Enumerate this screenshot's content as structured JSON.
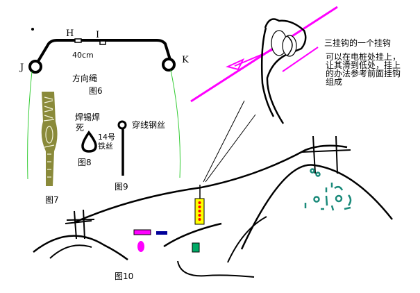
{
  "fig6": {
    "label_h": "H",
    "label_i": "I",
    "label_j": "J",
    "label_k": "K",
    "length": "40cm",
    "rope": "方向绳",
    "caption": "图6"
  },
  "fig7": {
    "caption": "图7"
  },
  "fig8": {
    "solder_line1": "焊锡焊",
    "solder_line2": "死",
    "wire_line1": "14号",
    "wire_line2": "铁丝",
    "caption": "图8"
  },
  "fig9": {
    "label": "穿线钢丝",
    "caption": "图9"
  },
  "fig10": {
    "caption": "图10",
    "note_title": "三挂钩的一个挂钩",
    "note_lines": [
      "可以在电桩处挂上，",
      "让其滑到低处，挂上",
      "的办法参考前面挂钩",
      "组成"
    ]
  },
  "colors": {
    "rope": "#33cc33",
    "kite_line": "#ff00ff",
    "spool": "#8a8a3a",
    "teal": "#1a8a7a",
    "yellow_box": "#ffff00",
    "red_dot": "#ff0000",
    "blue_bar": "#000099",
    "magenta": "#ff00ff",
    "green_box": "#00aa66"
  }
}
